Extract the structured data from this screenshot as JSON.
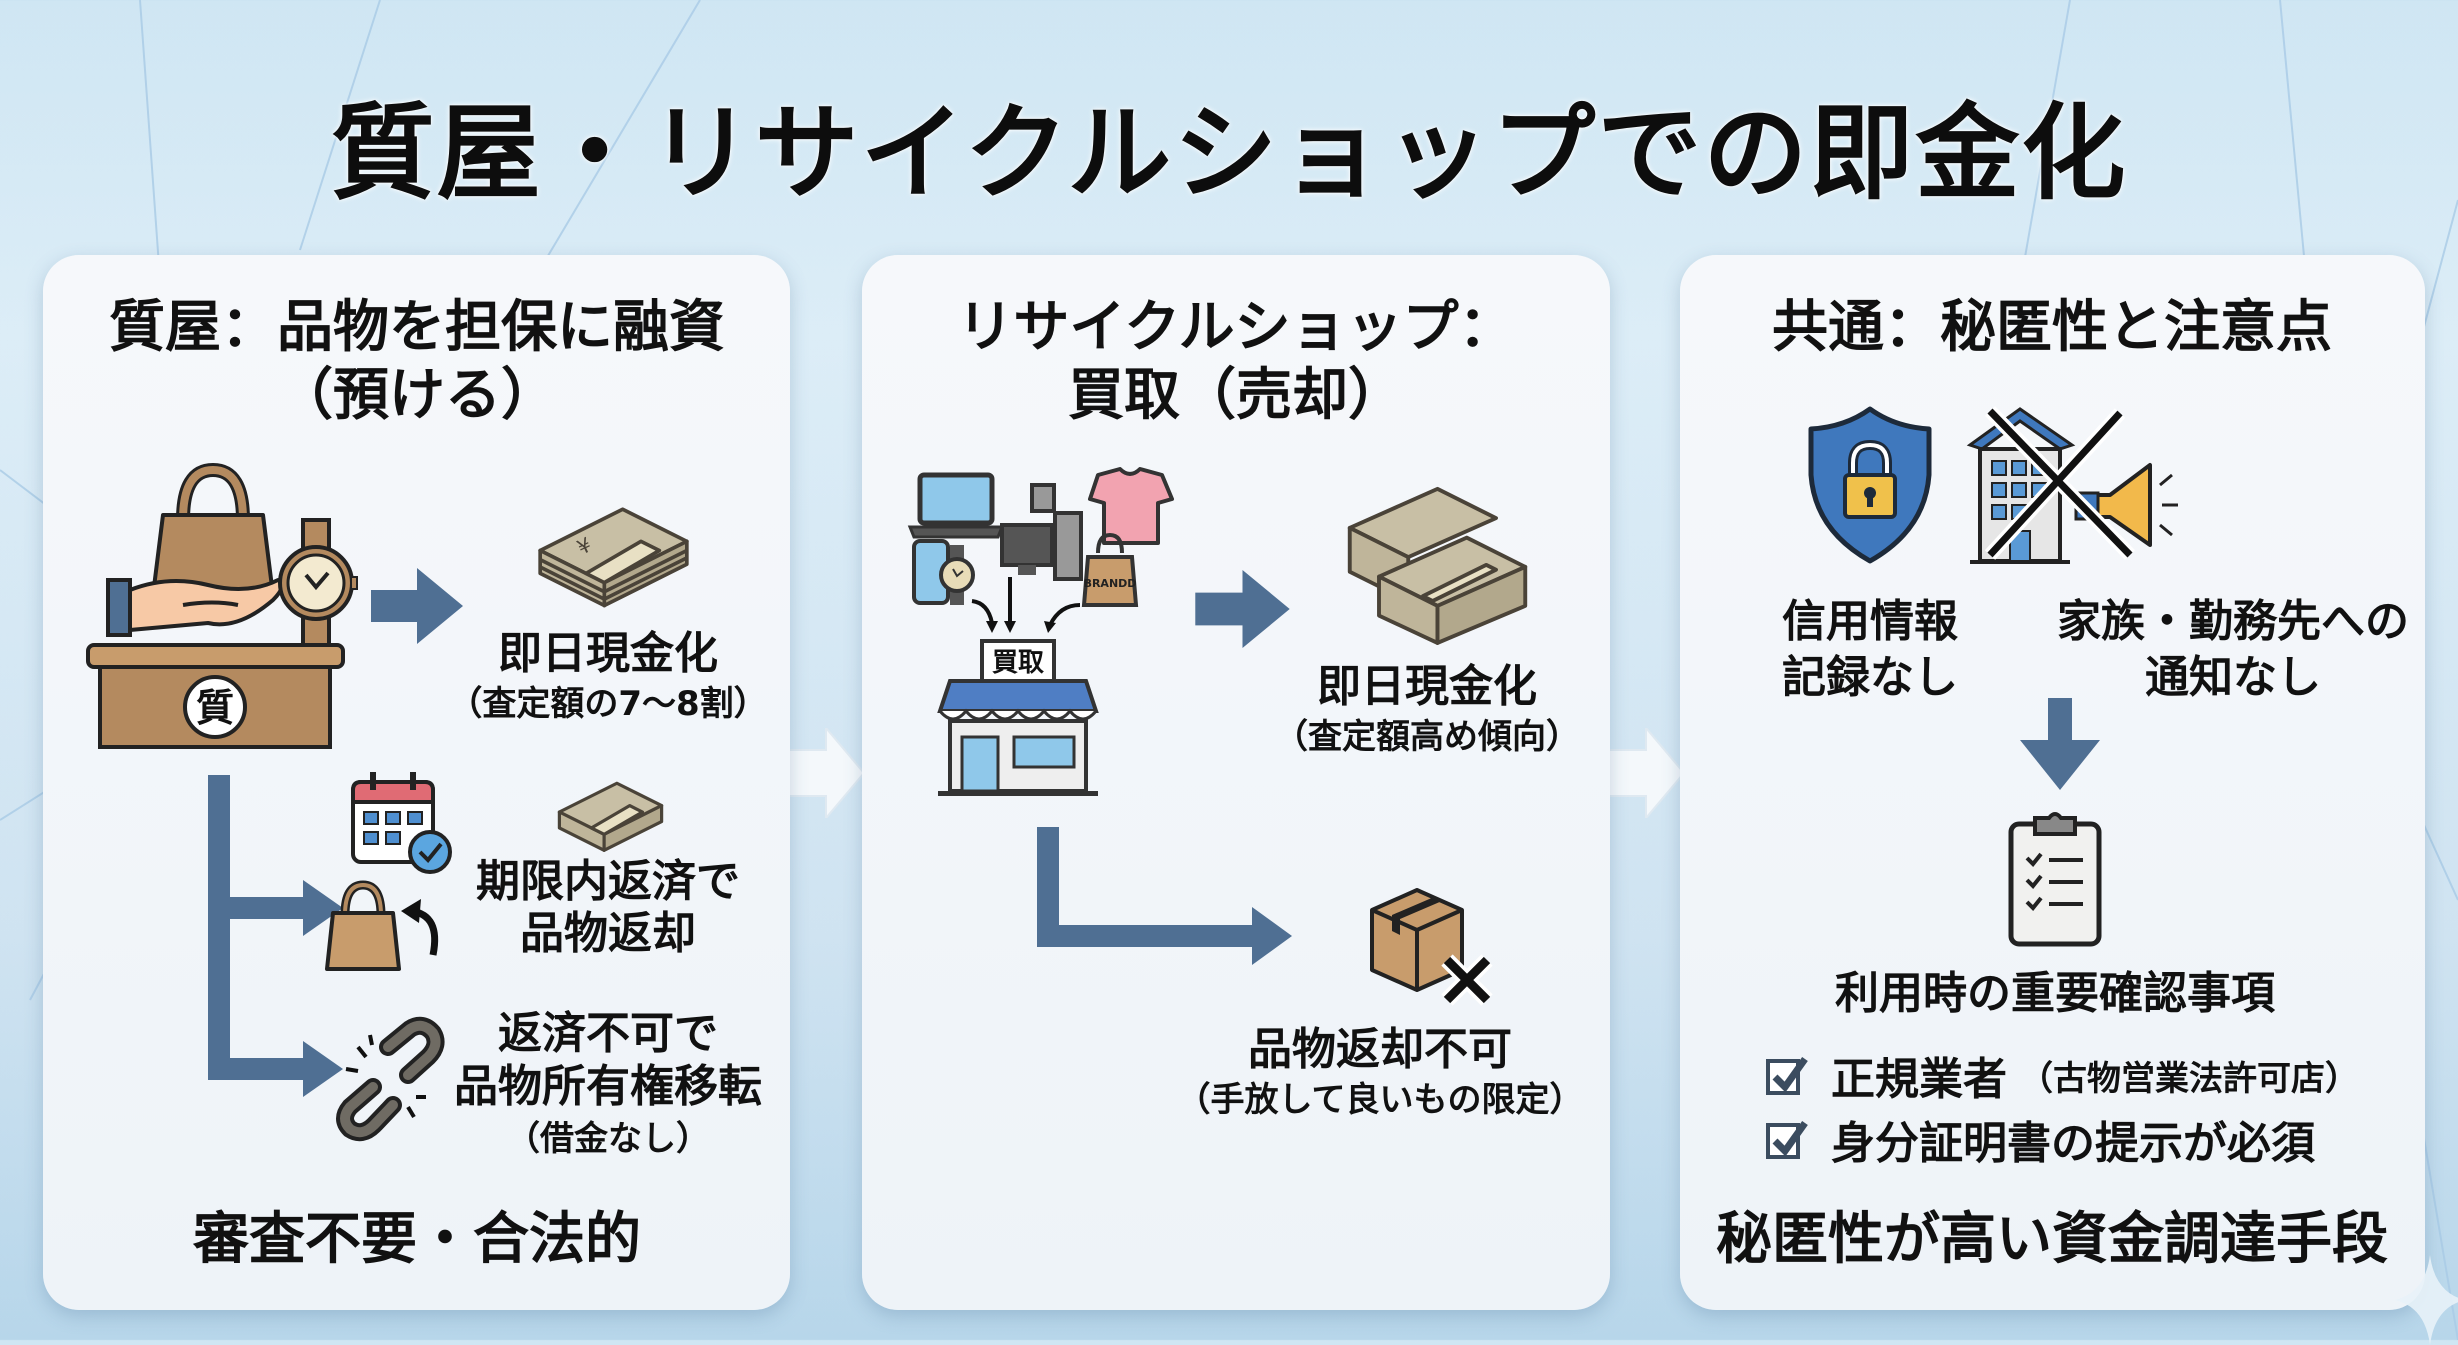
{
  "title": "質屋・リサイクルショップでの即金化",
  "colors": {
    "arrow": "#4f6f93",
    "panel_bg": "#f3f6fa",
    "background": "#d4e8f4",
    "bag_brown": "#b48a5f",
    "money": "#c8bfa5",
    "shield_blue": "#3f78bd",
    "lock_yellow": "#f0c14b"
  },
  "panels": {
    "pawn": {
      "heading_line1": "質屋：品物を担保に融資",
      "heading_line2": "（預ける）",
      "counter_icon_label": "質",
      "cash_title": "即日現金化",
      "cash_note": "（査定額の7〜8割）",
      "repay_line1": "期限内返済で",
      "repay_line2": "品物返却",
      "default_line1": "返済不可で",
      "default_line2": "品物所有権移転",
      "default_line3": "（借金なし）",
      "footer": "審査不要・合法的",
      "icons": [
        "handbag-icon",
        "hand-icon",
        "watch-icon",
        "pawn-counter-icon",
        "cash-stack-icon",
        "calendar-check-icon",
        "return-bag-icon",
        "broken-chain-icon"
      ]
    },
    "recycle": {
      "heading_line1": "リサイクルショップ：",
      "heading_line2": "買取（売却）",
      "store_sign": "買取",
      "bag_label": "BRANDD",
      "cash_title": "即日現金化",
      "cash_note": "（査定額高め傾向）",
      "noreturn_title": "品物返却不可",
      "noreturn_note": "（手放して良いもの限定）",
      "icons": [
        "laptop-icon",
        "desktop-pc-icon",
        "tshirt-icon",
        "smartphone-icon",
        "watch-icon",
        "brand-bag-icon",
        "shop-icon",
        "cash-stack-icon",
        "box-x-icon"
      ]
    },
    "common": {
      "heading": "共通：秘匿性と注意点",
      "credit_line1": "信用情報",
      "credit_line2": "記録なし",
      "notify_line1": "家族・勤務先への",
      "notify_line2": "通知なし",
      "check_title": "利用時の重要確認事項",
      "checklist": [
        {
          "main": "正規業者",
          "sub": "（古物営業法許可店）"
        },
        {
          "main": "身分証明書の提示が必須",
          "sub": ""
        }
      ],
      "footer": "秘匿性が高い資金調達手段",
      "icons": [
        "shield-lock-icon",
        "building-no-notify-icon",
        "megaphone-icon",
        "clipboard-checklist-icon",
        "checkbox-icon"
      ]
    }
  }
}
